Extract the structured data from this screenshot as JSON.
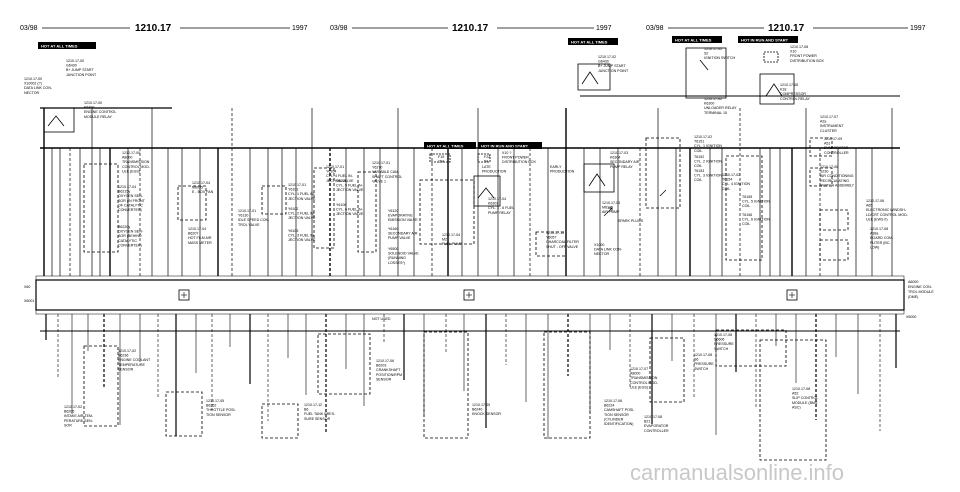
{
  "header": {
    "pages": [
      {
        "date": "03/98",
        "page": "1210.17",
        "year": "1997"
      },
      {
        "date": "03/98",
        "page": "1210.17",
        "year": "1997"
      },
      {
        "date": "03/98",
        "page": "1210.17",
        "year": "1997"
      }
    ]
  },
  "badges": {
    "hot_all_times": "HOT AT ALL TIMES",
    "hot_run_start": "HOT IN RUN AND START"
  },
  "ecm": {
    "ground_label": "X60",
    "ground_ref": "X6001",
    "name_lines": [
      "A6000",
      "ENGINE CON-",
      "TROL MODULE",
      "(DME)"
    ],
    "ref_right": "X6000"
  },
  "components": [
    {
      "ref": "1210.17-00",
      "lines": [
        "G6430",
        "B+ JUMP START",
        "JUNCTION POINT"
      ]
    },
    {
      "ref": "1210.17-00",
      "lines": [
        "X10002 (?)",
        "DATA LINK CON-",
        "NECTOR"
      ]
    },
    {
      "ref": "1210.17-00",
      "lines": [
        "K6300",
        "ENGINE CONTROL",
        "MODULE RELAY"
      ]
    },
    {
      "ref": "1210.17-00",
      "lines": [
        "A8000",
        "TRANSMISSION",
        "CONTROL MOD-",
        "ULE (EGS)"
      ]
    },
    {
      "ref": "1210.17-04",
      "lines": [
        "B6215y",
        "OXYGEN SEN-",
        "SOR (IN FRONT",
        "OF CATALYTIC",
        "CONVERTER)"
      ]
    },
    {
      "ref": "",
      "lines": [
        "B6220y",
        "OXYGEN SEN-",
        "SOR (BEHIND",
        "CATALYTIC",
        "CONVERTER)"
      ]
    },
    {
      "ref": "1210.17-04",
      "lines": [
        "M6035",
        "E - BOX FAN"
      ]
    },
    {
      "ref": "1210.17-04",
      "lines": [
        "B6207",
        "HOT FILM AIR",
        "MASS METER"
      ]
    },
    {
      "ref": "1210.17-01",
      "lines": [
        "Y6130",
        "IDLE SPEED CON-",
        "TROL VALVE"
      ]
    },
    {
      "ref": "1210.17-01",
      "lines": [
        "Y6101",
        "CYL. 1 FUEL IN-",
        "JECTION VALVE"
      ]
    },
    {
      "ref": "",
      "lines": [
        "Y6102",
        "CYL. 2 FUEL IN-",
        "JECTION VALVE"
      ]
    },
    {
      "ref": "",
      "lines": [
        "Y6103",
        "CYL. 3 FUEL IN-",
        "JECTION VALVE"
      ]
    },
    {
      "ref": "1210.17-01",
      "lines": [
        "Y6104",
        "CYL. 4 FUEL IN-",
        "JECTION VALVE"
      ]
    },
    {
      "ref": "",
      "lines": [
        "Y6105",
        "CYL. 5 FUEL IN-",
        "JECTION VALVE"
      ]
    },
    {
      "ref": "",
      "lines": [
        "Y6106",
        "CYL. 6 FUEL IN-",
        "JECTION VALVE"
      ]
    },
    {
      "ref": "1210.17-01",
      "lines": [
        "Y6270",
        "VARIABLE CAM-",
        "SHAFT CONTROL",
        "VALVE 1"
      ]
    },
    {
      "ref": "",
      "lines": [
        "Y6120",
        "EVAPORATIVE",
        "EMISSION VALVE"
      ]
    },
    {
      "ref": "",
      "lines": [
        "Y6160",
        "SECONDARY AIR",
        "PUMP VALVE"
      ]
    },
    {
      "ref": "",
      "lines": [
        "Y6500",
        "SOLENOID VALVE",
        "(RUNNING",
        "LOSSES*)"
      ]
    },
    {
      "ref": "",
      "lines": [
        "F19",
        "15A"
      ]
    },
    {
      "ref": "",
      "lines": [
        "F22",
        "5A"
      ]
    },
    {
      "ref": "",
      "lines": [
        "X10 ?",
        "FRONT POWER",
        "DISTRIBUTION BOX"
      ]
    },
    {
      "ref": "",
      "lines": [
        "LATE",
        "PRODUCTION"
      ]
    },
    {
      "ref": "",
      "lines": [
        "EARLY",
        "PRODUCTION"
      ]
    },
    {
      "ref": "1210.17-04",
      "lines": [
        "K6301",
        "CYL. 1 - 6 FUEL",
        "PUMP RELAY"
      ]
    },
    {
      "ref": "1210.17-04",
      "lines": [
        "M2",
        "FUEL PUMP"
      ]
    },
    {
      "ref": "1210.17-10",
      "lines": [
        "Y6057",
        "CHARCOAL FILTER",
        "SHUT - OFF VALVE"
      ]
    },
    {
      "ref": "1210.17-02",
      "lines": [
        "G6430",
        "B+ JUMP START",
        "JUNCTION POINT"
      ]
    },
    {
      "ref": "1210.17-03",
      "lines": [
        "K6304",
        "SECONDARY AIR",
        "PUMP RELAY"
      ]
    },
    {
      "ref": "1210.17-03",
      "lines": [
        "M6135",
        "AIR PUMP"
      ]
    },
    {
      "ref": "",
      "lines": [
        "X1000",
        "DATA LINK CON-",
        "NECTOR"
      ]
    },
    {
      "ref": "",
      "lines": [
        "SPARK PLUGS"
      ]
    },
    {
      "ref": "1210.17-02",
      "lines": [
        "S2",
        "IGNITION SWITCH"
      ]
    },
    {
      "ref": "1210.17-02",
      "lines": [
        "K6300",
        "UNLOADER RELAY",
        "TERMINAL 15"
      ]
    },
    {
      "ref": "1210.17-02",
      "lines": [
        "T6151",
        "CYL. 1 IGNITION",
        "COIL"
      ]
    },
    {
      "ref": "",
      "lines": [
        "T6152",
        "CYL. 2 IGNITION",
        "COIL"
      ]
    },
    {
      "ref": "",
      "lines": [
        "T6153",
        "CYL. 3 IGNITION",
        "COIL"
      ]
    },
    {
      "ref": "1210.17-02",
      "lines": [
        "T6154",
        "CYL. 4 IGNITION",
        "COIL"
      ]
    },
    {
      "ref": "",
      "lines": [
        "T6155",
        "CYL. 5 IGNITION",
        "COIL"
      ]
    },
    {
      "ref": "",
      "lines": [
        "T6156",
        "CYL. 6 IGNITION",
        "COIL"
      ]
    },
    {
      "ref": "1210.17-08",
      "lines": [
        "X10",
        "FRONT POWER",
        "DISTRIBUTION BOX"
      ]
    },
    {
      "ref": "1210.17-08",
      "lines": [
        "K18",
        "COMPRESSOR",
        "CONTROL RELAY"
      ]
    },
    {
      "ref": "1210.17-07",
      "lines": [
        "A2a",
        "INSTRUMENT",
        "CLUSTER"
      ]
    },
    {
      "ref": "1210.17-09",
      "lines": [
        "A51",
        "EVAPORATOR",
        "CONTROLLER"
      ]
    },
    {
      "ref": "1210.17-06",
      "lines": [
        "S230",
        "AIR CONDITIONING",
        "RECIRCULATING",
        "SWITCH ASSEMBLY"
      ]
    },
    {
      "ref": "1210.17-06",
      "lines": [
        "A65",
        "ELECTRONIC WINDSH-",
        "LD/CRT CONTROL MOD-",
        "ULE (EWS II)"
      ]
    },
    {
      "ref": "1210.17-08",
      "lines": [
        "A38a",
        "BOARD COM-",
        "PUTER (BC-",
        "LOW)"
      ]
    },
    {
      "ref": "1210.17-02",
      "lines": [
        "B6236",
        "ENGINE COOLANT",
        "TEMPERATURE",
        "SENSOR"
      ]
    },
    {
      "ref": "1210.17-02",
      "lines": [
        "B6205",
        "INTAKE AIR TEM-",
        "PERATURE SEN-",
        "SOR"
      ]
    },
    {
      "ref": "1210.17-05",
      "lines": [
        "B6252",
        "THROTTLE POSI-",
        "TION SENSOR"
      ]
    },
    {
      "ref": "",
      "lines": [
        "NOT USED"
      ]
    },
    {
      "ref": "1210.17-12",
      "lines": [
        "B6",
        "FUEL TANK PRES-",
        "SURE SENSOR"
      ]
    },
    {
      "ref": "1210.17-06",
      "lines": [
        "B6203",
        "CRANKSHAFT",
        "POSITION/RPM",
        "SENSOR"
      ]
    },
    {
      "ref": "1210.17-05",
      "lines": [
        "B6240",
        "KNOCK SENSOR"
      ]
    },
    {
      "ref": "1210.17-06",
      "lines": [
        "B6224",
        "CAMSHAFT POSI-",
        "TION SENSOR",
        "(CYLINDER",
        "IDENTIFICATION)"
      ]
    },
    {
      "ref": "1210.17-07",
      "lines": [
        "A8000",
        "TRANSMISSION",
        "CONTROL MOD-",
        "ULE (EGS)"
      ]
    },
    {
      "ref": "1210.17-08",
      "lines": [
        "S6",
        "PRESSURE",
        "SWITCH"
      ]
    },
    {
      "ref": "1210.17-08",
      "lines": [
        "S6606",
        "PRESSURE",
        "SWITCH"
      ]
    },
    {
      "ref": "1210.17-08",
      "lines": [
        "B21",
        "EVAPORATOR",
        "CONTROLLER"
      ]
    },
    {
      "ref": "1210.17-08",
      "lines": [
        "A52",
        "SLIP CONTROL",
        "MODULE (BMS",
        "ASC)"
      ]
    }
  ],
  "watermark": "carmanualsonline.info",
  "colors": {
    "line": "#000000",
    "badge": "#000000",
    "watermark": "#c8c8c8"
  }
}
